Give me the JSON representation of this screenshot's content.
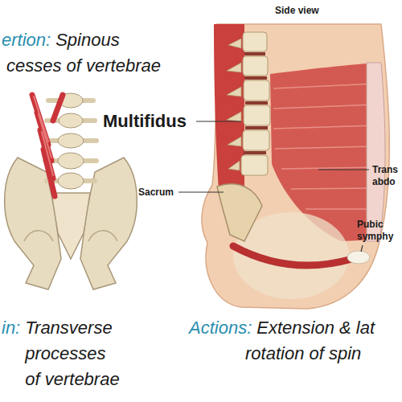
{
  "diagram": {
    "labels": [
      "ertion:",
      "Spinous cesses of vertebrae",
      "Side view",
      "Multifidus",
      "Sacrum",
      "Trans abdo",
      "Pubic symphy",
      "in:",
      "Transverse processes of vertebrae",
      "Actions:",
      "Extension & lat rotation of spin"
    ]
  }
}
